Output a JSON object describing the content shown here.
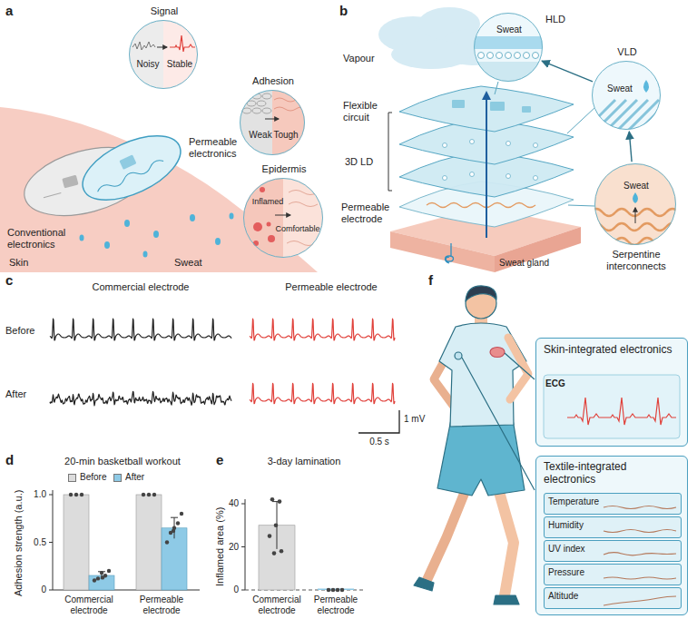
{
  "diagram": {
    "nodes": [
      {
        "text": [
          "Signal",
          "Noisy",
          "Stable"
        ]
      },
      {
        "text": [
          "Adhesion",
          "Weak",
          "Tough"
        ]
      },
      {
        "text": [
          "Epidermis",
          "Inflamed",
          "Comfortable"
        ]
      },
      {
        "text": [
          "HLD",
          "Sweat"
        ]
      },
      {
        "text": [
          "VLD",
          "Sweat"
        ]
      },
      {
        "text": [
          "Serpentine interconnects",
          "Sweat"
        ]
      },
      {
        "text": [
          "Skin-integrated electronics",
          "ECG"
        ]
      },
      {
        "text": [
          "Textile-integrated electronics"
        ]
      },
      {
        "text": [
          "Temperature"
        ],
        "in": 7
      },
      {
        "text": [
          "Humidity"
        ],
        "in": 7
      },
      {
        "text": [
          "UV index"
        ],
        "in": 7
      },
      {
        "text": [
          "Pressure"
        ],
        "in": 7
      },
      {
        "text": [
          "Altitude"
        ],
        "in": 7
      }
    ],
    "edges": [
      {
        "from": 5,
        "to": 4,
        "arrow": "to"
      },
      {
        "from": 4,
        "to": 3,
        "arrow": "to"
      }
    ],
    "labels": [
      "a",
      "Permeable electronics",
      "Conventional electronics",
      "Skin",
      "Sweat",
      "b",
      "Vapour",
      "Flexible circuit",
      "3D LD",
      "Permeable electrode",
      "Sweat gland",
      "c",
      "Commercial electrode",
      "Permeable electrode",
      "Before",
      "After",
      "1 mV",
      "0.5 s",
      "d",
      "20-min basketball workout",
      "Adhesion strength (a.u.)",
      "1.0",
      "0.5",
      "0",
      "Commercial electrode",
      "Permeable electrode",
      "e",
      "3-day lamination",
      "Inflamed area (%)",
      "40",
      "20",
      "0",
      "Commercial electrode",
      "Permeable electrode",
      "f"
    ],
    "legend": [
      {
        "text": "Before",
        "color": "#dcdcdc"
      },
      {
        "text": "After",
        "color": "#8ecae6"
      }
    ]
  }
}
